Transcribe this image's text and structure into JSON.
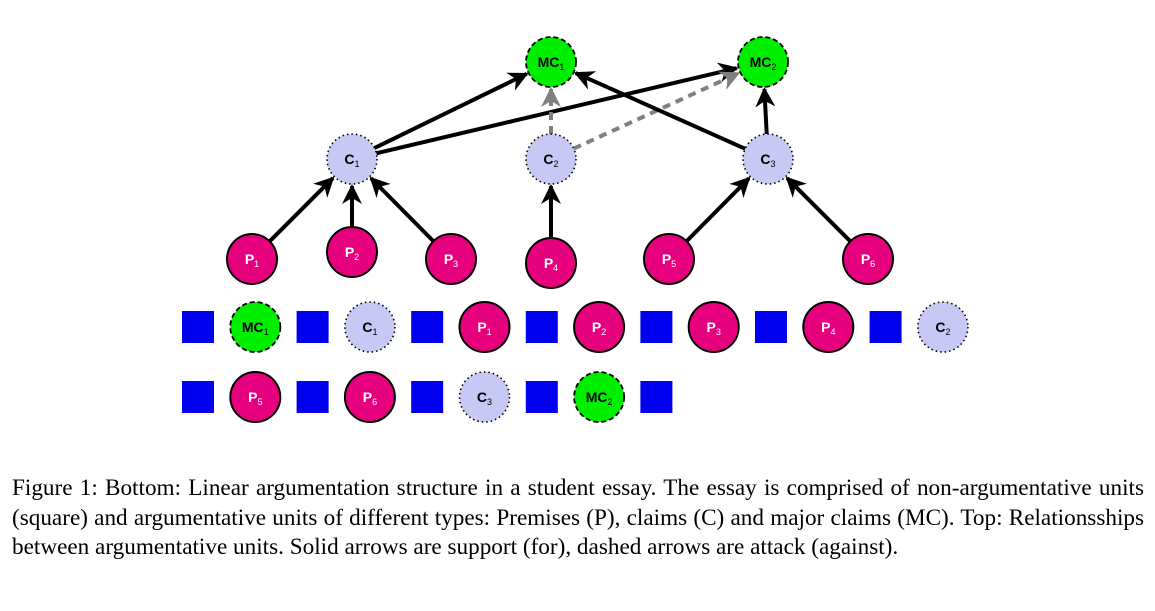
{
  "colors": {
    "premise": "#e6007e",
    "claim": "#c8c8f5",
    "major_claim": "#00ee00",
    "non_arg": "#0000ee",
    "support": "#000000",
    "attack": "#808080"
  },
  "nodes": {
    "mc1": {
      "base": "MC",
      "sub": "1",
      "type": "major_claim"
    },
    "mc2": {
      "base": "MC",
      "sub": "2",
      "type": "major_claim"
    },
    "c1": {
      "base": "C",
      "sub": "1",
      "type": "claim"
    },
    "c2": {
      "base": "C",
      "sub": "2",
      "type": "claim"
    },
    "c3": {
      "base": "C",
      "sub": "3",
      "type": "claim"
    },
    "p1": {
      "base": "P",
      "sub": "1",
      "type": "premise"
    },
    "p2": {
      "base": "P",
      "sub": "2",
      "type": "premise"
    },
    "p3": {
      "base": "P",
      "sub": "3",
      "type": "premise"
    },
    "p4": {
      "base": "P",
      "sub": "4",
      "type": "premise"
    },
    "p5": {
      "base": "P",
      "sub": "5",
      "type": "premise"
    },
    "p6": {
      "base": "P",
      "sub": "6",
      "type": "premise"
    }
  },
  "edges": [
    {
      "from": "c1",
      "to": "mc1",
      "relation": "support"
    },
    {
      "from": "c1",
      "to": "mc2",
      "relation": "support"
    },
    {
      "from": "c2",
      "to": "mc1",
      "relation": "attack"
    },
    {
      "from": "c2",
      "to": "mc2",
      "relation": "attack"
    },
    {
      "from": "c3",
      "to": "mc1",
      "relation": "support"
    },
    {
      "from": "c3",
      "to": "mc2",
      "relation": "support"
    },
    {
      "from": "p1",
      "to": "c1",
      "relation": "support"
    },
    {
      "from": "p2",
      "to": "c1",
      "relation": "support"
    },
    {
      "from": "p3",
      "to": "c1",
      "relation": "support"
    },
    {
      "from": "p4",
      "to": "c2",
      "relation": "support"
    },
    {
      "from": "p5",
      "to": "c3",
      "relation": "support"
    },
    {
      "from": "p6",
      "to": "c3",
      "relation": "support"
    }
  ],
  "linear_sequence": [
    [
      "non_arg",
      "mc1",
      "non_arg",
      "c1",
      "non_arg",
      "p1",
      "non_arg",
      "p2",
      "non_arg",
      "p3",
      "non_arg",
      "p4",
      "non_arg",
      "c2"
    ],
    [
      "non_arg",
      "p5",
      "non_arg",
      "p6",
      "non_arg",
      "c3",
      "non_arg",
      "mc2",
      "non_arg"
    ]
  ],
  "caption": {
    "text": "Figure 1:   Bottom: Linear argumentation structure in a student essay.  The essay is comprised of non-argumentative units (square) and argumentative units of different types: Premises (P), claims (C) and major claims (MC). Top: Relationsships between argumentative units.  Solid arrows are support (for), dashed arrows are attack (against)."
  }
}
